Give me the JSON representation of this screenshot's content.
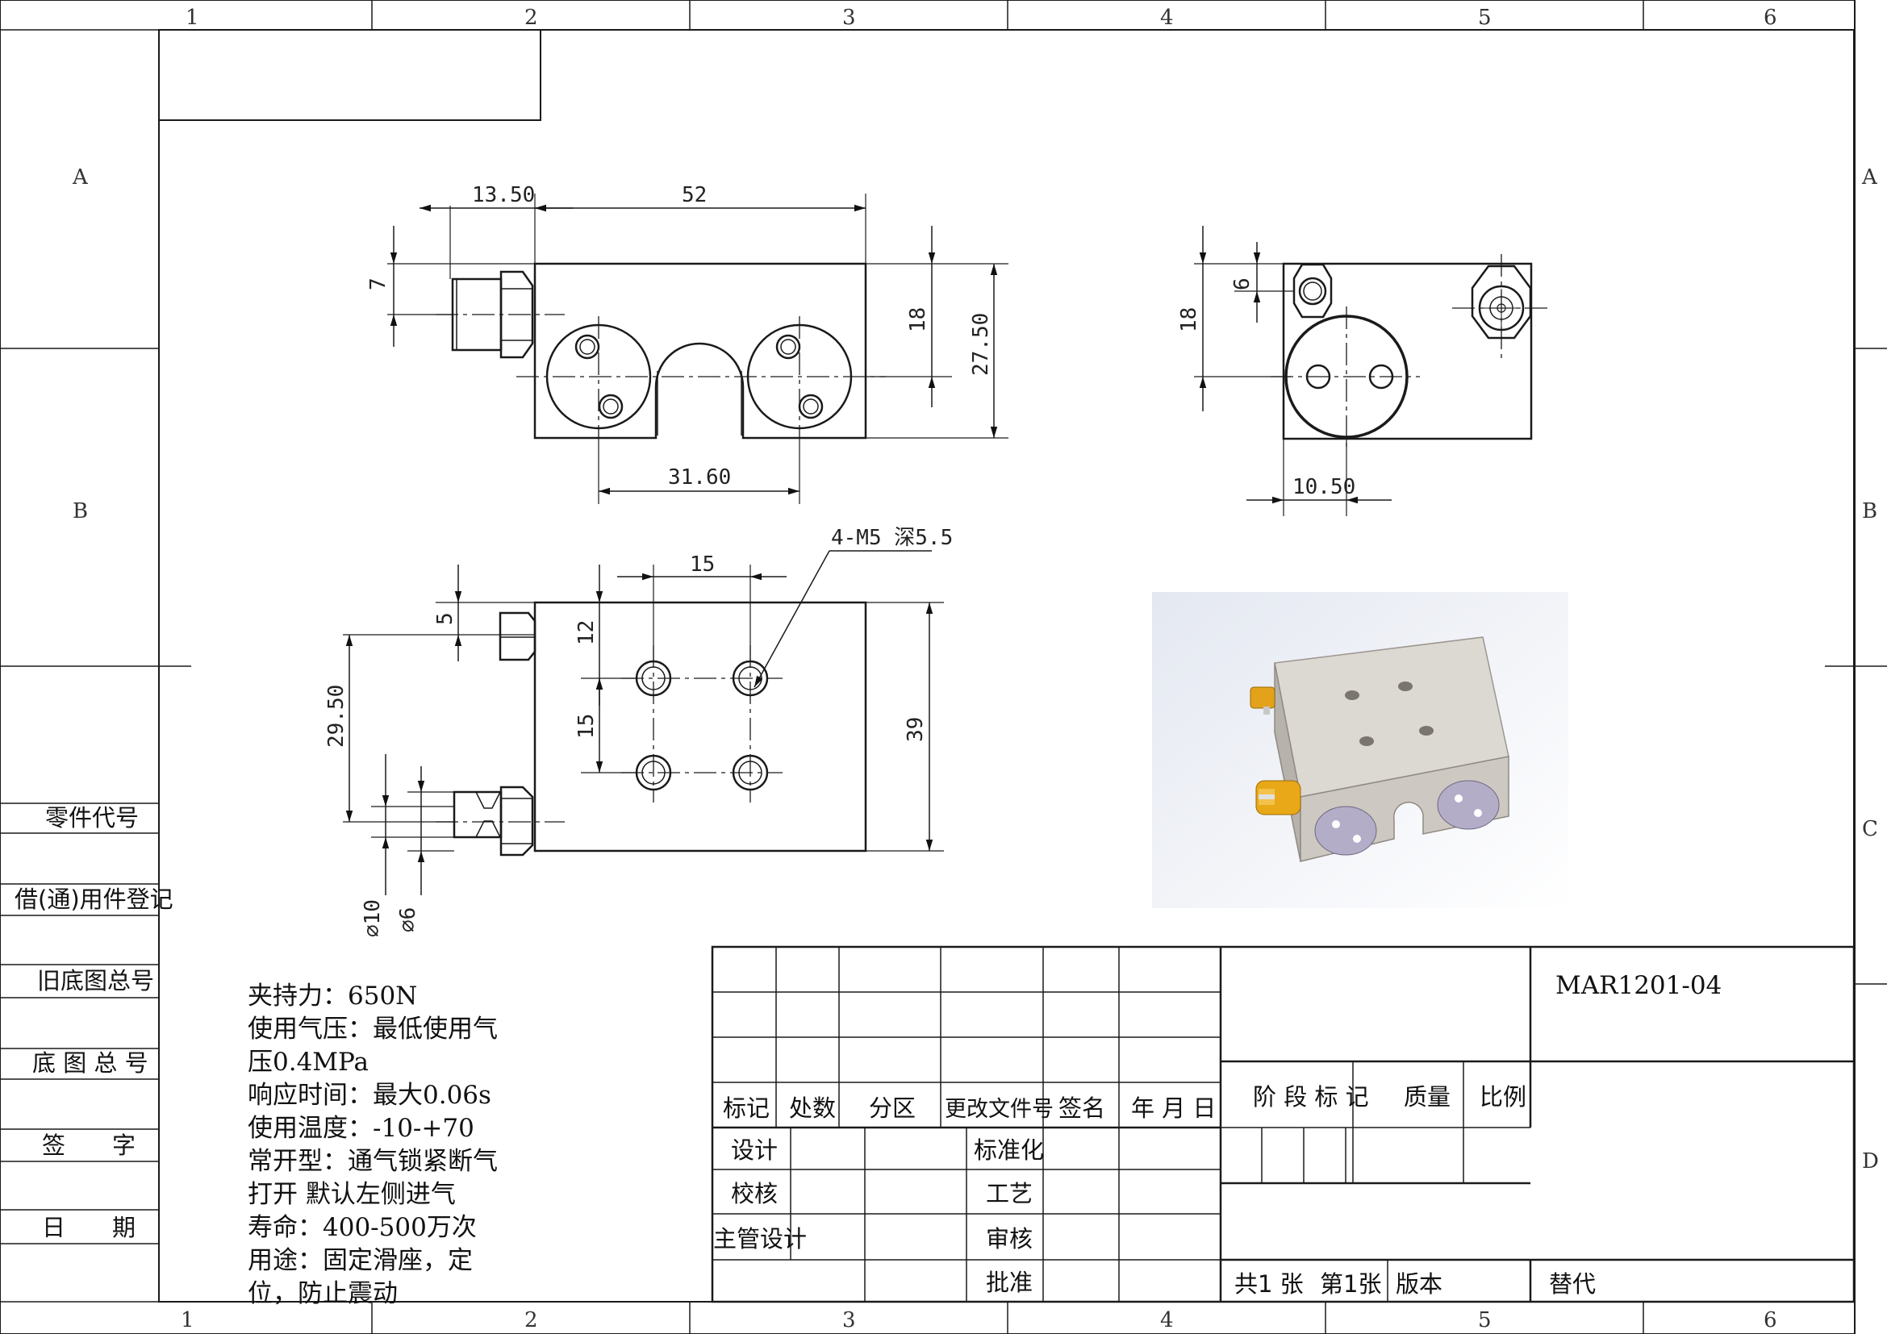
{
  "zones": {
    "columns": [
      "1",
      "2",
      "3",
      "4",
      "5",
      "6"
    ],
    "rows": [
      "A",
      "B",
      "C",
      "D"
    ]
  },
  "front_view_dims": {
    "d1": "13.50",
    "d2": "52",
    "d3": "7",
    "d4": "18",
    "d5": "27.50",
    "d6": "31.60"
  },
  "side_view_dims": {
    "d1": "6",
    "d2": "18",
    "d3": "10.50"
  },
  "top_view_dims": {
    "d1": "15",
    "d2": "4-M5 深5.5",
    "d3": "5",
    "d4": "12",
    "d5": "29.50",
    "d6": "15",
    "d7": "39",
    "d8": "⌀10",
    "d9": "⌀6"
  },
  "side_labels": [
    "零件代号",
    "借(通)用件登记",
    "旧底图总号",
    "底 图 总 号",
    "签　　字",
    "日　　期"
  ],
  "notes": [
    "夹持力：650N",
    "使用气压：最低使用气",
    "压0.4MPa",
    "响应时间：最大0.06s",
    "使用温度：-10-+70",
    "常开型：通气锁紧断气",
    "打开  默认左侧进气",
    "寿命：400-500万次",
    "用途：固定滑座，定",
    "位，防止震动"
  ],
  "title_block": {
    "drawing_number": "MAR1201-04",
    "rev_headers": [
      "标记",
      "处数",
      "分区",
      "更改文件号",
      "签名",
      "年 月 日"
    ],
    "roles_left": [
      "设计",
      "校核",
      "主管设计"
    ],
    "roles_right": [
      "标准化",
      "工艺",
      "审核",
      "批准"
    ],
    "stage_label": "阶 段 标 记",
    "mass_label": "质量",
    "scale_label": "比例",
    "sheets_total": "共1 张",
    "sheet_no": "第1张",
    "version_label": "版本",
    "replace_label": "替代"
  },
  "colors": {
    "line": "#1a1a1a",
    "body_light": "#d9d6d1",
    "body_dark": "#b9b5ae",
    "fitting": "#e3a21a",
    "port": "#b9b3c9"
  }
}
